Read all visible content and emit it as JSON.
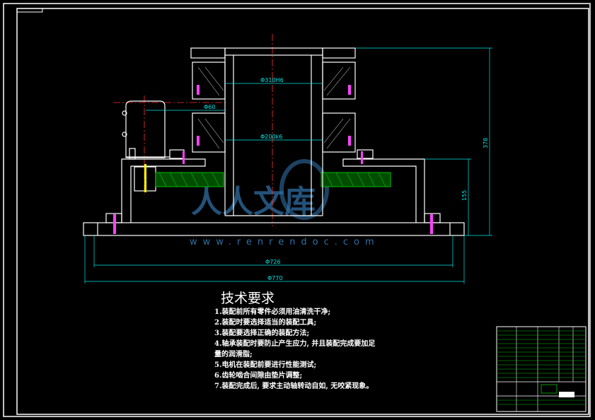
{
  "drawing": {
    "dimensions": {
      "bore_upper": "Φ310H6",
      "bore_lower": "Φ200k6",
      "pinion_dia": "Φ60",
      "inner_dia": "Φ726",
      "outer_dia": "Φ770",
      "total_height": "378",
      "lower_height": "155"
    },
    "notes": {
      "title": "技术要求",
      "items": [
        "1.装配前所有零件必须用油清洗干净;",
        "2.装配时要选择适当的装配工具;",
        "3.装配要选择正确的装配方法;",
        "4.轴承装配时要防止产生应力, 并且装配完成要加足",
        "量的润滑脂;",
        "5.电机在装配前要进行性能测试;",
        "6.齿轮啮合间隙由垫片调整;",
        "7.装配完成后, 要求主动轴转动自如, 无咬紧现象。"
      ]
    },
    "watermark": {
      "brand": "人人文库",
      "url": "www.renrendoc.com"
    },
    "colors": {
      "background": "#000000",
      "outline": "#ffffff",
      "dimension": "#00e6e6",
      "centerline": "#ff3030",
      "section": "#00c000",
      "magenta": "#ff40ff",
      "watermark": "#2f6ea3"
    }
  }
}
